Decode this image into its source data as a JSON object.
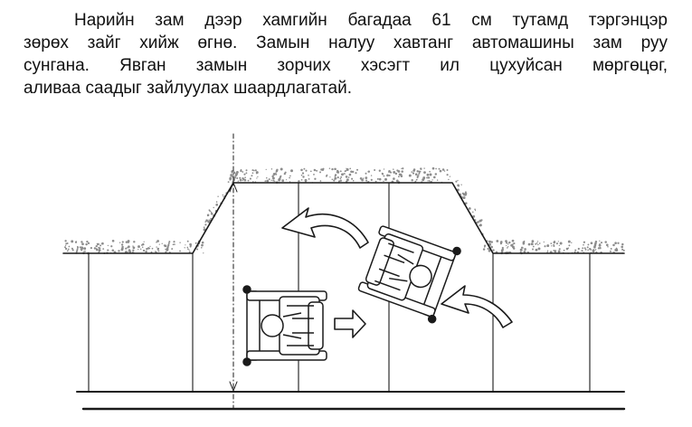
{
  "document": {
    "paragraph_lines": [
      "Нарийн зам дээр хамгийн багадаа 61 см тутамд тэргэнцэр",
      "зөрөх зайг хийж өгнө. Замын налуу хавтанг автомашины зам руу",
      "сунгана. Явган замын зорчих хэсэгт ил цухуйсан мөргөцөг,",
      "аливаа саадыг зайлуулах шаардлагатай."
    ]
  },
  "figure": {
    "colors": {
      "ink": "#1a1a1a",
      "texture": "#8c8c8c"
    },
    "icons": [
      "wheelchair-user-icon",
      "wheelchair-user-icon",
      "curved-arrow-icon",
      "curved-arrow-icon",
      "right-arrow-icon"
    ]
  }
}
